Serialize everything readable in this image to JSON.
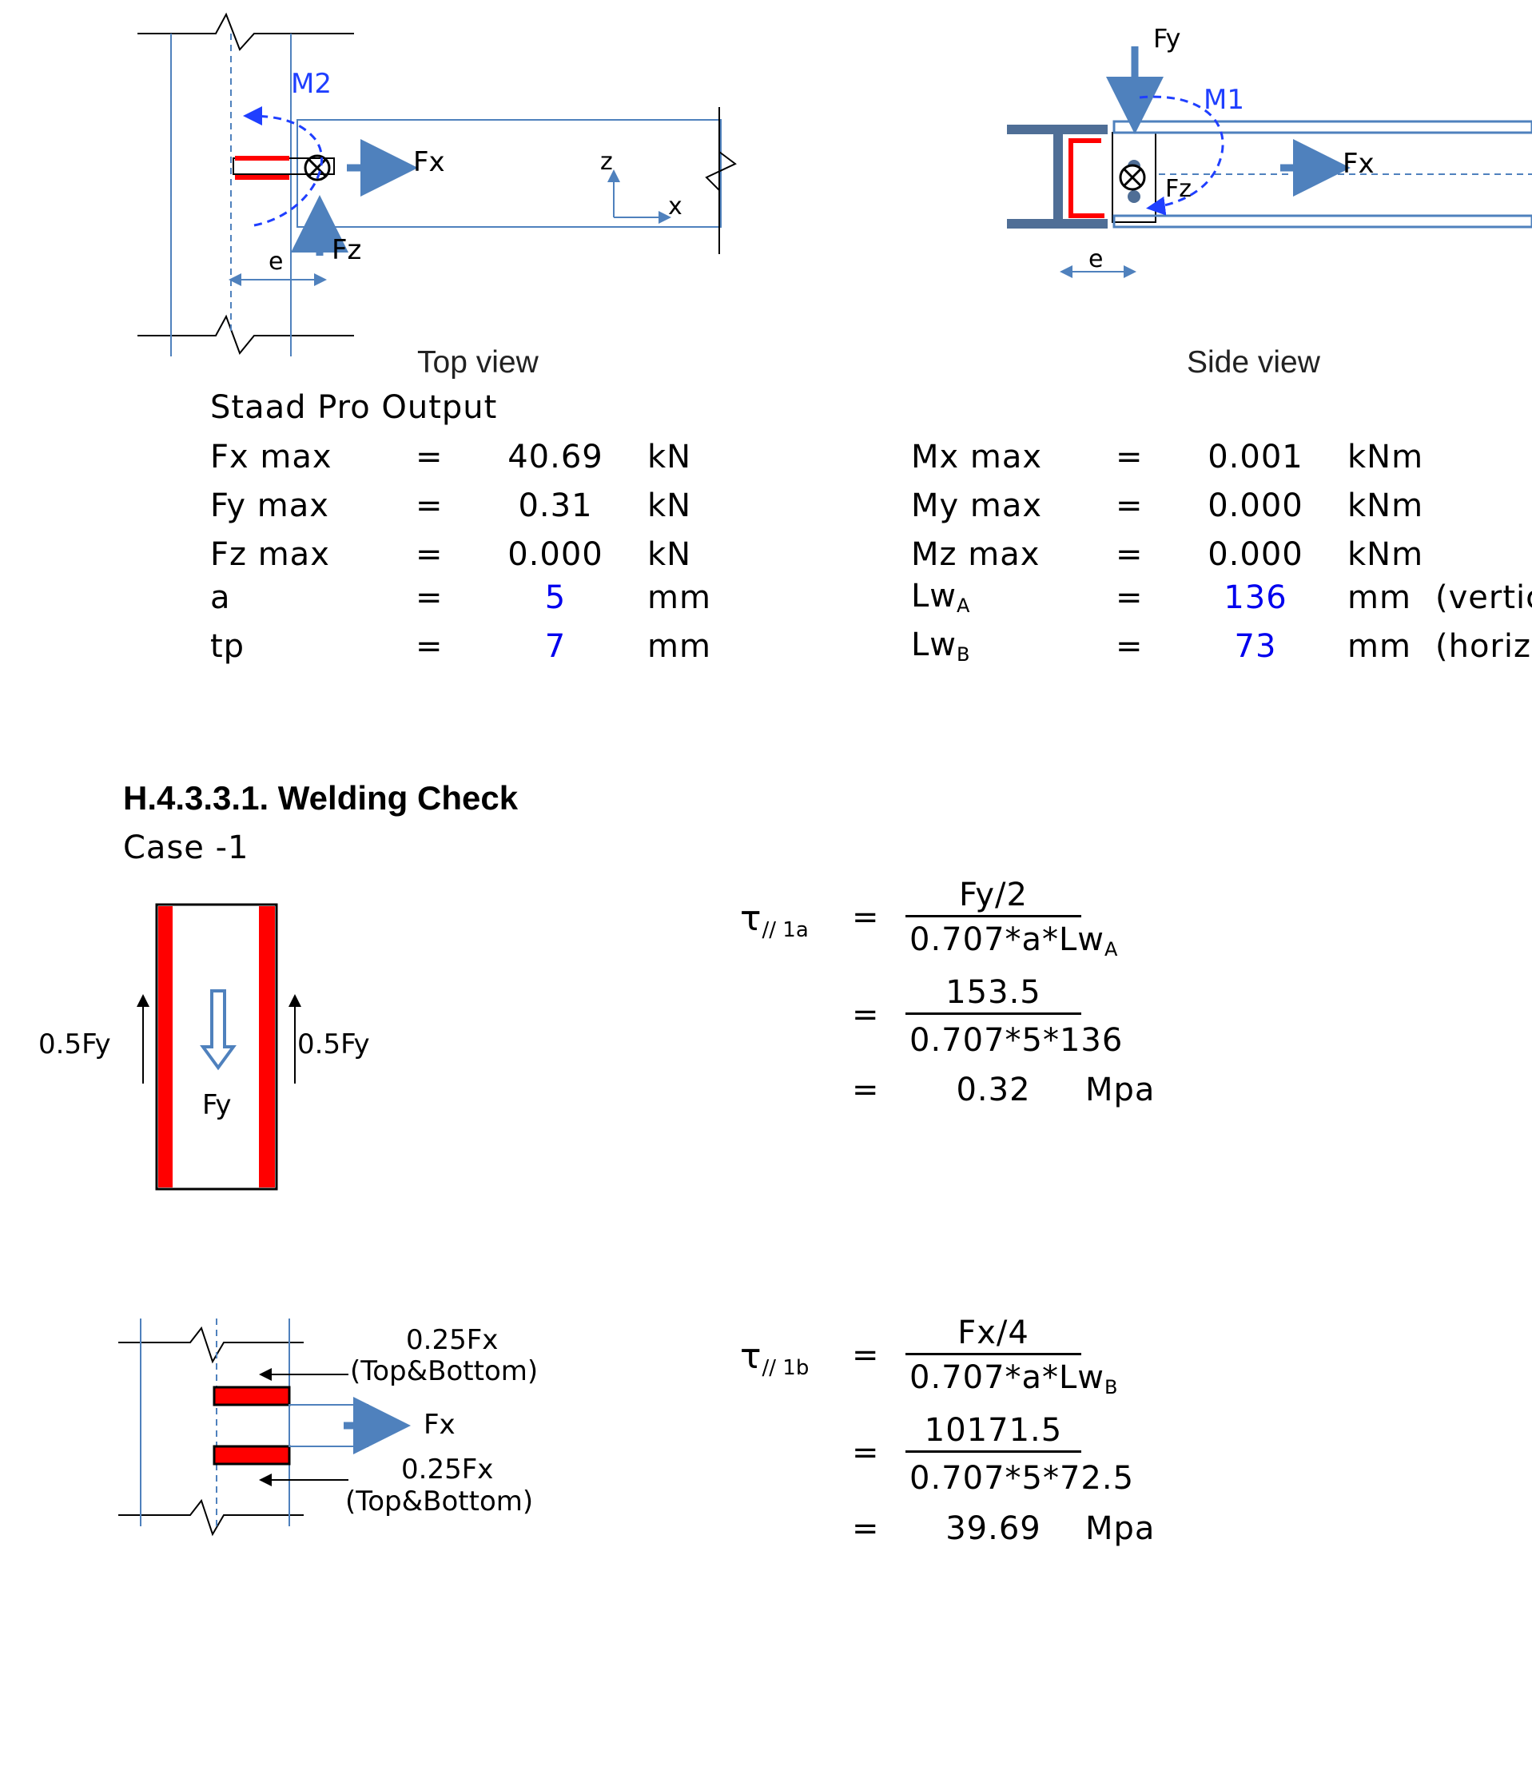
{
  "figures": {
    "top_view": {
      "caption": "Top view",
      "labels": {
        "moment": "M2",
        "fx": "Fx",
        "fz": "Fz",
        "ecc": "e",
        "axis_z": "z",
        "axis_x": "x"
      }
    },
    "side_view": {
      "caption": "Side view",
      "labels": {
        "fy": "Fy",
        "moment": "M1",
        "fx": "Fx",
        "fz": "Fz",
        "ecc": "e"
      }
    },
    "case1_fig": {
      "labels": {
        "left": "0.5Fy",
        "right": "0.5Fy",
        "center": "Fy"
      }
    },
    "case2_fig": {
      "labels": {
        "top1": "0.25Fx",
        "top2": "(Top&Bottom)",
        "fx": "Fx",
        "bot1": "0.25Fx",
        "bot2": "(Top&Bottom)"
      }
    }
  },
  "output": {
    "title": "Staad Pro Output",
    "eq": "=",
    "left_rows": [
      {
        "name": "Fx max",
        "value": "40.69",
        "unit": "kN"
      },
      {
        "name": "Fy max",
        "value": "0.31",
        "unit": "kN"
      },
      {
        "name": "Fz max",
        "value": "0.000",
        "unit": "kN"
      },
      {
        "name": "a",
        "value": "5",
        "unit": "mm"
      },
      {
        "name": "tp",
        "value": "7",
        "unit": "mm"
      }
    ],
    "right_rows": [
      {
        "name": "Mx max",
        "value": "0.001",
        "unit": "kNm",
        "note": ""
      },
      {
        "name": "My max",
        "value": "0.000",
        "unit": "kNm",
        "note": ""
      },
      {
        "name": "Mz max",
        "value": "0.000",
        "unit": "kNm",
        "note": ""
      },
      {
        "name": "Lw",
        "sub": "A",
        "value": "136",
        "unit": "mm",
        "note": "(vertica"
      },
      {
        "name": "Lw",
        "sub": "B",
        "value": "73",
        "unit": "mm",
        "note": "(horizo"
      }
    ]
  },
  "section": {
    "heading": "H.4.3.3.1. Welding Check",
    "case": "Case -1"
  },
  "calc1": {
    "symbol": "τ",
    "symbol_sub": "// 1a",
    "eq": "=",
    "num1": "Fy/2",
    "den1": "0.707*a*Lw",
    "den1_sub": "A",
    "num2": "153.5",
    "den2": "0.707*5*136",
    "result": "0.32",
    "unit": "Mpa"
  },
  "calc2": {
    "symbol": "τ",
    "symbol_sub": "// 1b",
    "eq": "=",
    "num1": "Fx/4",
    "den1": "0.707*a*Lw",
    "den1_sub": "B",
    "num2": "10171.5",
    "den2": "0.707*5*72.5",
    "result": "39.69",
    "unit": "Mpa"
  },
  "colors": {
    "blue_line": "#4f81bd",
    "weld_red": "#ff0000",
    "value_blue": "#0000ee",
    "dim_blue": "#1f3fff"
  }
}
